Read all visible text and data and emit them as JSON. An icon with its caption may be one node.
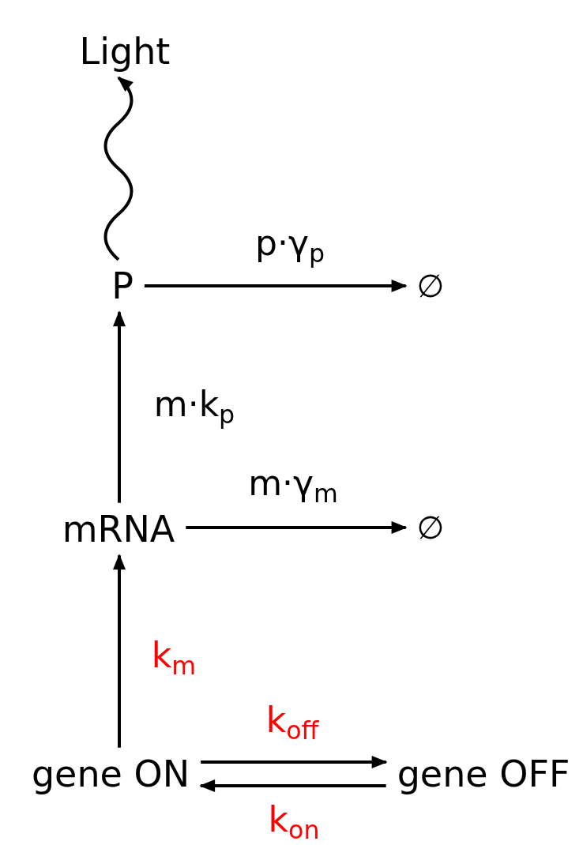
{
  "diagram": {
    "nodes": [
      {
        "text": [
          "Light"
        ]
      },
      {
        "text": [
          "P"
        ]
      },
      {
        "text": [
          "∅"
        ]
      },
      {
        "text": [
          "mRNA"
        ]
      },
      {
        "text": [
          "∅"
        ]
      },
      {
        "text": [
          "gene ON"
        ]
      },
      {
        "text": [
          "gene OFF"
        ]
      }
    ],
    "edges": [
      {
        "from": 1,
        "to": 0,
        "arrow": "to"
      },
      {
        "from": 1,
        "to": 2,
        "arrow": "to",
        "label": "p·γ$_{p}$"
      },
      {
        "from": 3,
        "to": 1,
        "arrow": "to",
        "label": "m·k$_{p}$"
      },
      {
        "from": 3,
        "to": 4,
        "arrow": "to",
        "label": "m·γ$_{m}$"
      },
      {
        "from": 5,
        "to": 3,
        "arrow": "to",
        "label": "k$_{m}$"
      },
      {
        "from": 5,
        "to": 6,
        "arrow": "to",
        "label": "k$_{off}$"
      },
      {
        "from": 6,
        "to": 5,
        "arrow": "to",
        "label": "k$_{on}$"
      }
    ]
  }
}
